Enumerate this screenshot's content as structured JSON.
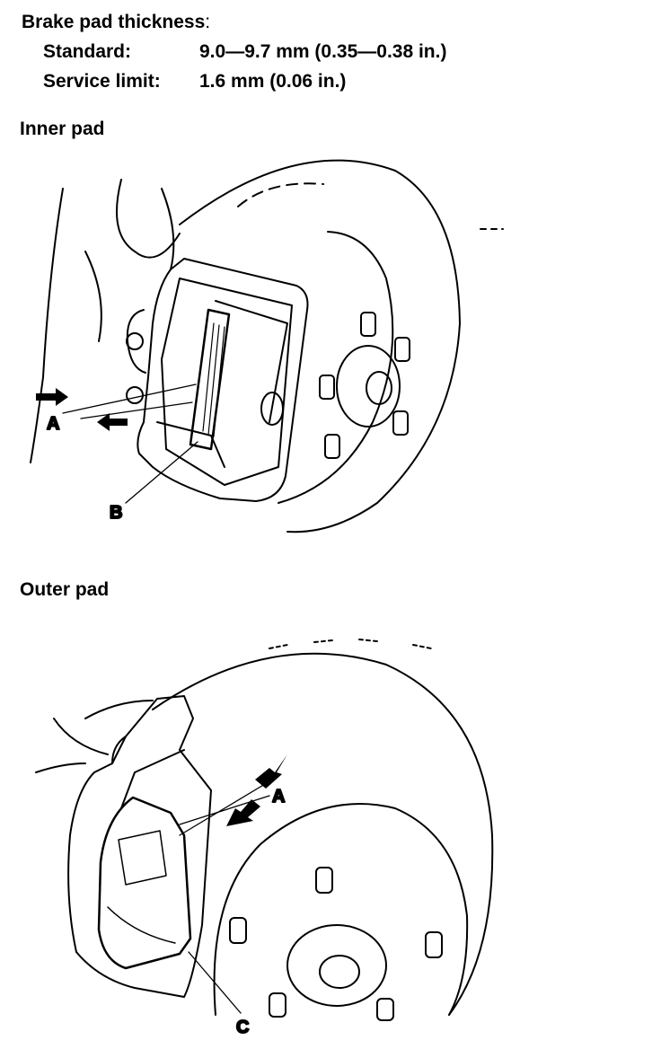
{
  "spec": {
    "title": "Brake pad thickness",
    "title_colon": ":",
    "rows": [
      {
        "label": "Standard:",
        "value": "9.0—9.7 mm (0.35—0.38 in.)"
      },
      {
        "label": "Service limit:",
        "value": "1.6 mm (0.06 in.)"
      }
    ]
  },
  "figures": {
    "inner": {
      "heading": "Inner pad",
      "callouts": {
        "a": "A",
        "b": "B"
      }
    },
    "outer": {
      "heading": "Outer pad",
      "callouts": {
        "a": "A",
        "c": "C"
      }
    }
  }
}
